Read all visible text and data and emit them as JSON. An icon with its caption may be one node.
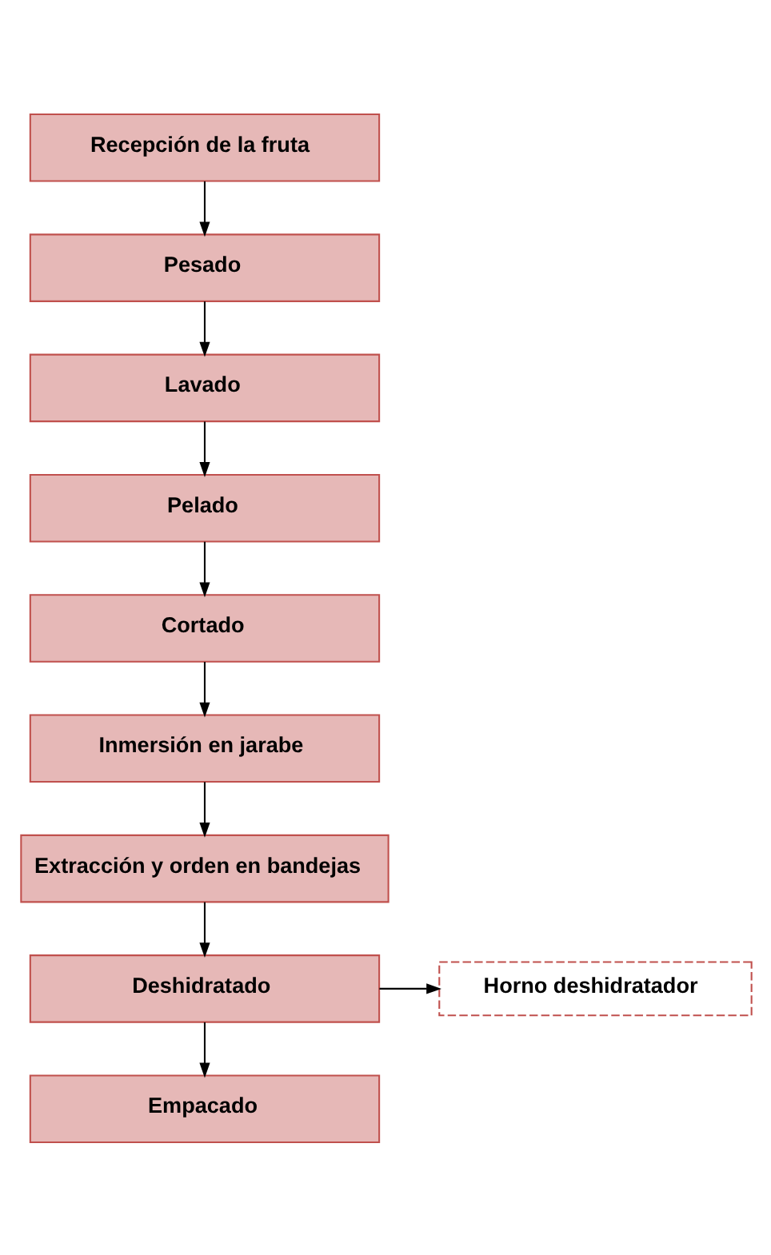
{
  "diagram": {
    "nodes": [
      {
        "text": [
          "Recepción de la fruta"
        ]
      },
      {
        "text": [
          "Pesado"
        ]
      },
      {
        "text": [
          "Lavado"
        ]
      },
      {
        "text": [
          "Pelado"
        ]
      },
      {
        "text": [
          "Cortado"
        ]
      },
      {
        "text": [
          "Inmersión en jarabe"
        ]
      },
      {
        "text": [
          "Extracción y orden en bandejas"
        ]
      },
      {
        "text": [
          "Deshidratado"
        ]
      },
      {
        "text": [
          "Empacado"
        ]
      },
      {
        "text": [
          "Horno deshidratador"
        ]
      }
    ],
    "edges": [
      {
        "from": 0,
        "to": 1,
        "arrow": "to"
      },
      {
        "from": 1,
        "to": 2,
        "arrow": "to"
      },
      {
        "from": 2,
        "to": 3,
        "arrow": "to"
      },
      {
        "from": 3,
        "to": 4,
        "arrow": "to"
      },
      {
        "from": 4,
        "to": 5,
        "arrow": "to"
      },
      {
        "from": 5,
        "to": 6,
        "arrow": "to"
      },
      {
        "from": 6,
        "to": 7,
        "arrow": "to"
      },
      {
        "from": 7,
        "to": 8,
        "arrow": "to"
      },
      {
        "from": 7,
        "to": 9,
        "arrow": "to"
      }
    ]
  }
}
